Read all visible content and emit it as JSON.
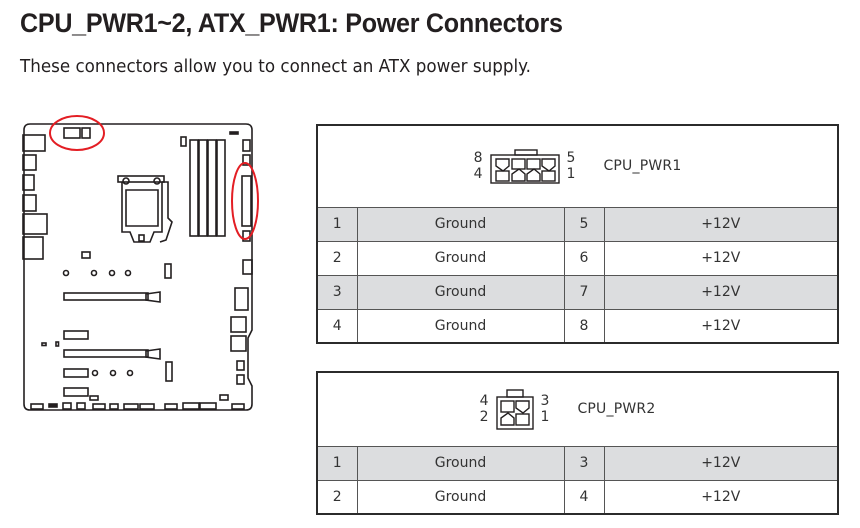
{
  "page": {
    "title": "CPU_PWR1~2, ATX_PWR1: Power Connectors",
    "subtitle": "These connectors allow you to connect an ATX power supply."
  },
  "diagram": {
    "description": "motherboard-layout",
    "highlight_color": "#e31e24",
    "highlights": [
      "cpu-power-connectors-top-left",
      "atx-power-connector-right-edge"
    ]
  },
  "tables": [
    {
      "connector_name": "CPU_PWR1",
      "connector_icon": "8-pin-connector-icon",
      "pin_labels": {
        "top_left": "8",
        "bottom_left": "4",
        "top_right": "5",
        "bottom_right": "1"
      },
      "rows": [
        {
          "pin_a": "1",
          "signal_a": "Ground",
          "pin_b": "5",
          "signal_b": "+12V"
        },
        {
          "pin_a": "2",
          "signal_a": "Ground",
          "pin_b": "6",
          "signal_b": "+12V"
        },
        {
          "pin_a": "3",
          "signal_a": "Ground",
          "pin_b": "7",
          "signal_b": "+12V"
        },
        {
          "pin_a": "4",
          "signal_a": "Ground",
          "pin_b": "8",
          "signal_b": "+12V"
        }
      ]
    },
    {
      "connector_name": "CPU_PWR2",
      "connector_icon": "4-pin-connector-icon",
      "pin_labels": {
        "top_left": "4",
        "bottom_left": "2",
        "top_right": "3",
        "bottom_right": "1"
      },
      "rows": [
        {
          "pin_a": "1",
          "signal_a": "Ground",
          "pin_b": "3",
          "signal_b": "+12V"
        },
        {
          "pin_a": "2",
          "signal_a": "Ground",
          "pin_b": "4",
          "signal_b": "+12V"
        }
      ]
    }
  ],
  "colors": {
    "text": "#231f20",
    "row_shade": "#dcdddf",
    "highlight": "#e31e24"
  }
}
